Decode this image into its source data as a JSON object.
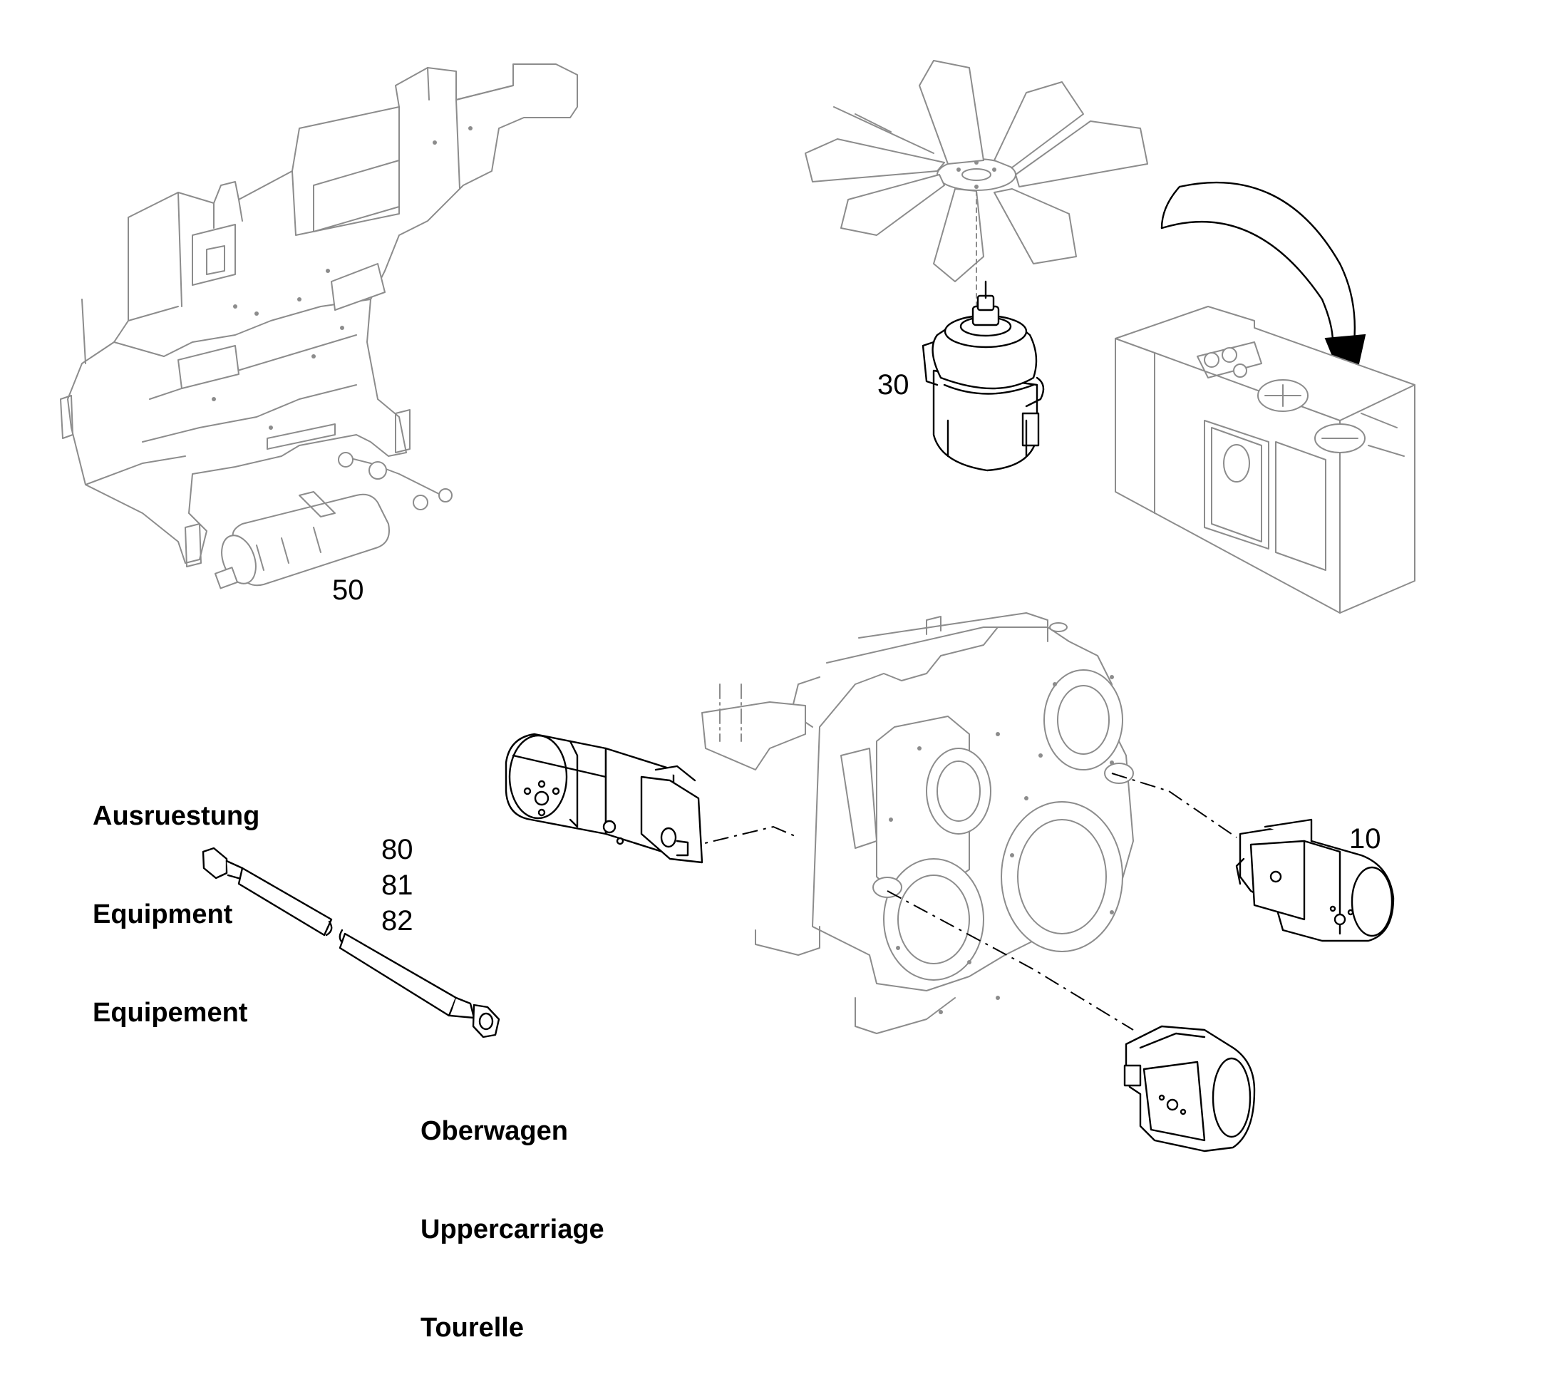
{
  "callouts": {
    "c10": "10",
    "c30": "30",
    "c50": "50",
    "c80": "80",
    "c81": "81",
    "c82": "82"
  },
  "labels": {
    "equipment": [
      "Ausruestung",
      "Equipment",
      "Equipement"
    ],
    "uppercarriage": [
      "Oberwagen",
      "Uppercarriage",
      "Tourelle"
    ]
  },
  "colors": {
    "line_dark": "#000000",
    "line_ghost": "#8c8c8c",
    "background": "#ffffff"
  }
}
